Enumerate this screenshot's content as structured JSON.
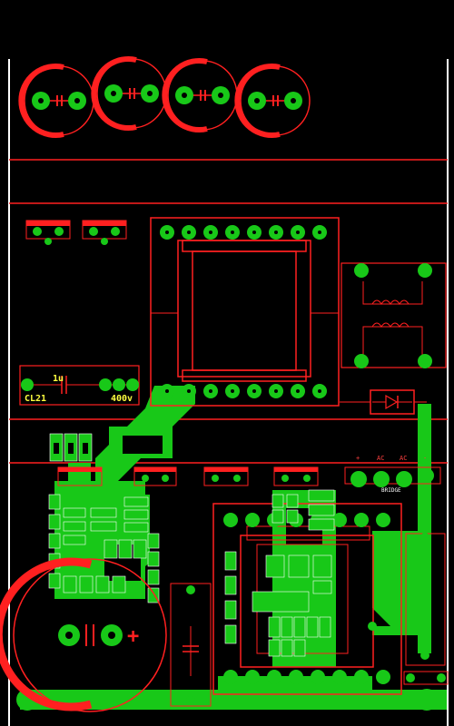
{
  "title": "",
  "colors": {
    "background": "#000000",
    "copper": "#18c818",
    "silkscreen": "#ff2020",
    "outline": "#ffffff",
    "label": "#ffff40"
  },
  "labels": {
    "cap_value": "1u",
    "cap_ref": "CL21",
    "cap_voltage": "400v",
    "conn_pin_1": "+",
    "conn_pin_2": "AC",
    "conn_pin_3": "AC",
    "conn_pin_4": "-",
    "conn_name": "BRIDGE",
    "polarity_plus": "+"
  },
  "components": {
    "top_capacitors": [
      "cap-c1",
      "cap-c2",
      "cap-c3",
      "cap-c4"
    ],
    "transformer": "transformer-t1",
    "common_mode_choke": "choke-l1",
    "diode": "diode-d1",
    "bulk_capacitor": "bulk-cap",
    "heatsink_module": "power-module"
  }
}
